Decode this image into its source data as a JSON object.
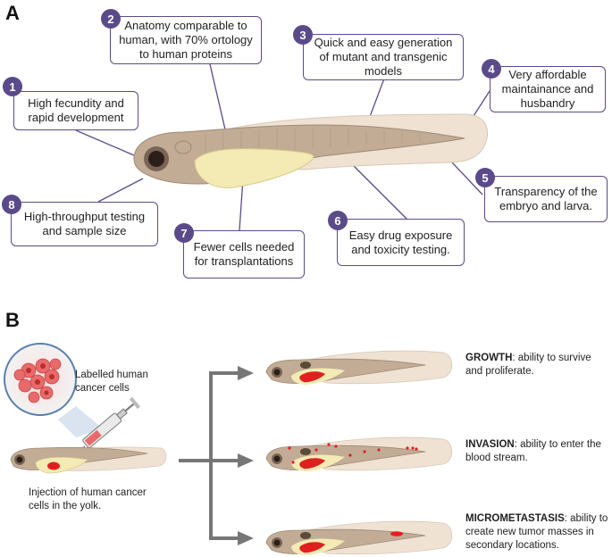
{
  "panel_a": {
    "letter": "A",
    "callouts": [
      {
        "num": "1",
        "text": "High fecundity and rapid development"
      },
      {
        "num": "2",
        "text": "Anatomy comparable to human, with 70% ortology to human proteins"
      },
      {
        "num": "3",
        "text": "Quick and easy generation of mutant and transgenic models"
      },
      {
        "num": "4",
        "text": "Very affordable maintainance and husbandry"
      },
      {
        "num": "5",
        "text": "Transparency of the embryo and larva."
      },
      {
        "num": "6",
        "text": "Easy drug exposure and toxicity testing."
      },
      {
        "num": "7",
        "text": "Fewer cells needed for transplantations"
      },
      {
        "num": "8",
        "text": "High-throughput testing and sample size"
      }
    ]
  },
  "panel_b": {
    "letter": "B",
    "labelled_cells": "Labelled human cancer cells",
    "injection": "Injection of human cancer cells in the yolk.",
    "outcomes": [
      {
        "title": "GROWTH",
        "desc": ": ability to survive and proliferate."
      },
      {
        "title": "INVASION",
        "desc": ": ability to enter the blood stream."
      },
      {
        "title": "MICROMETASTASIS",
        "desc": ": ability to create new tumor masses in secondary locations."
      }
    ]
  },
  "colors": {
    "accent": "#5b4a8a",
    "body": "#c2ac96",
    "fin": "#efe2d3",
    "yolk": "#f3ebb3",
    "tumor": "#e02020",
    "arrow": "#777777"
  }
}
